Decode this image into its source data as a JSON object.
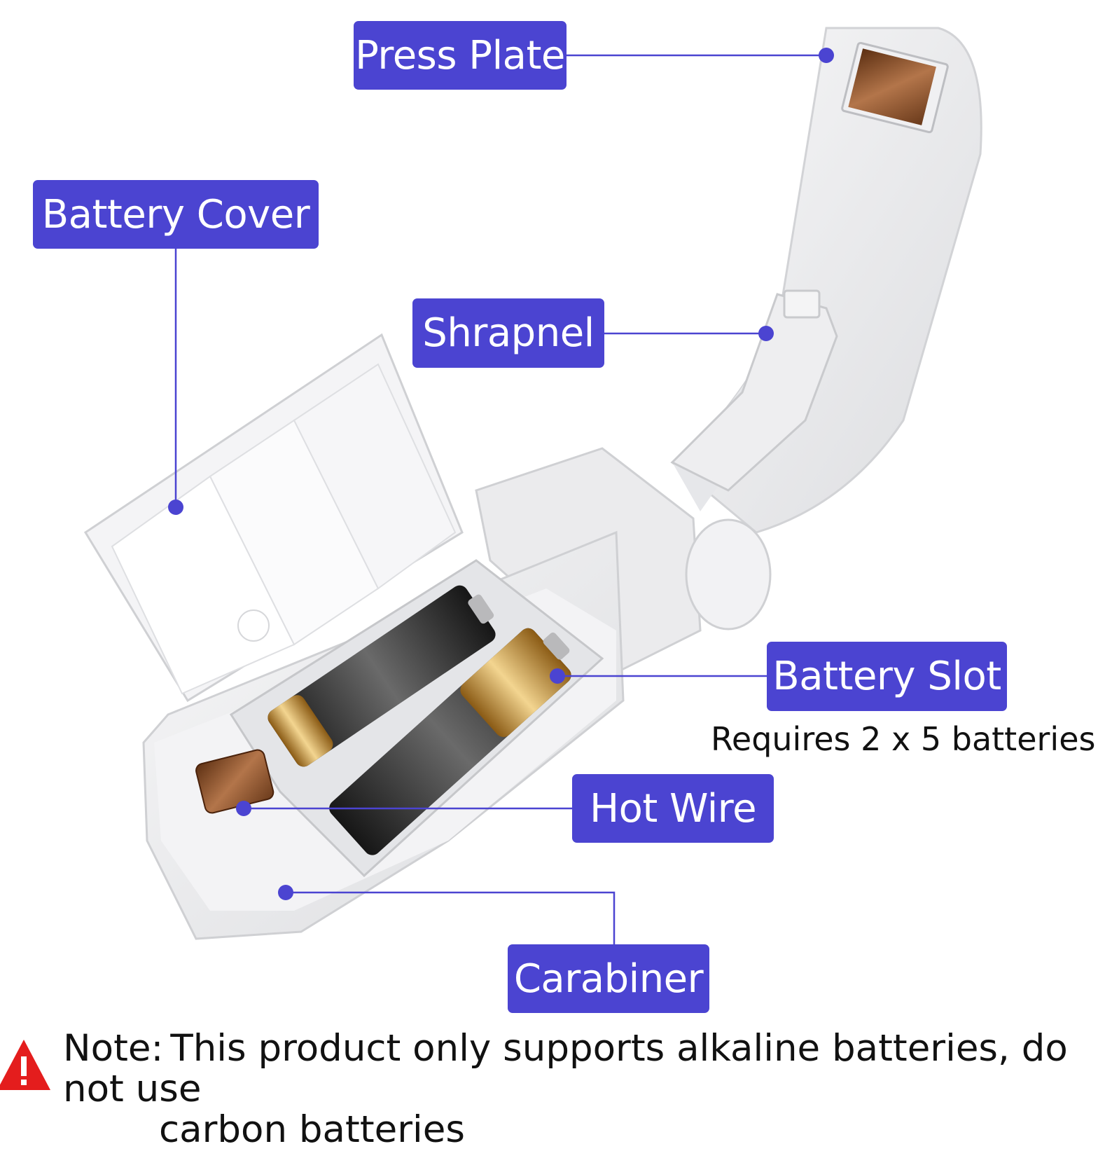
{
  "labels": {
    "press_plate": "Press Plate",
    "battery_cover": "Battery Cover",
    "shrapnel": "Shrapnel",
    "battery_slot": "Battery Slot",
    "hot_wire": "Hot Wire",
    "carabiner": "Carabiner"
  },
  "battery_caption": "Requires 2 x 5 batteries",
  "note": {
    "prefix": "Note:",
    "line1": "This product only supports alkaline batteries, do not use",
    "line2": "carbon batteries"
  },
  "colors": {
    "label_bg": "#4b44d1",
    "connector": "#4b44d1",
    "warning": "#e41d1d"
  },
  "icons": {
    "warning": "warning-triangle-icon"
  }
}
